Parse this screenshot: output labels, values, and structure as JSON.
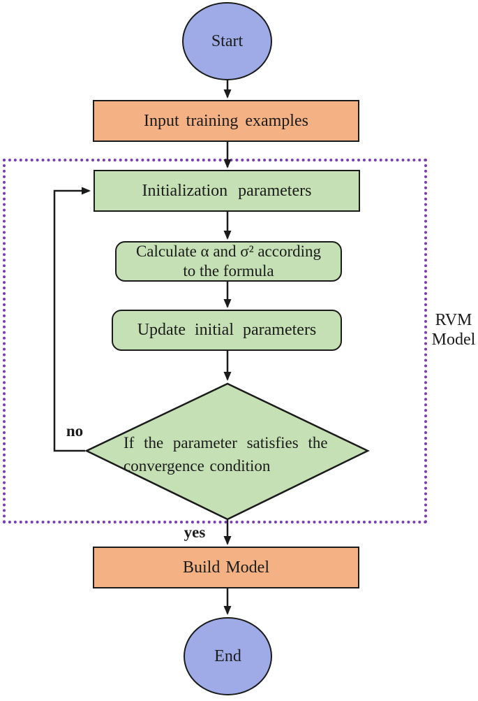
{
  "colors": {
    "ink": "#1b1b1b",
    "blue": "#9EABE6",
    "orange": "#F4B183",
    "green": "#C5E0B4",
    "purple": "#7B3DB3",
    "background": "#FFFFFF"
  },
  "nodes": {
    "start": {
      "label": "Start"
    },
    "input": {
      "label": "Input training examples"
    },
    "init": {
      "label": "Initialization parameters"
    },
    "calc": {
      "line1": "Calculate α and σ² according",
      "line2": "to the formula"
    },
    "update": {
      "label": "Update initial parameters"
    },
    "decision": {
      "line1": "If the parameter satisfies the",
      "line2": "convergence condition"
    },
    "build": {
      "label": "Build Model"
    },
    "end": {
      "label": "End"
    }
  },
  "edges": {
    "no_label": "no",
    "yes_label": "yes"
  },
  "group": {
    "line1": "RVM",
    "line2": "Model"
  }
}
